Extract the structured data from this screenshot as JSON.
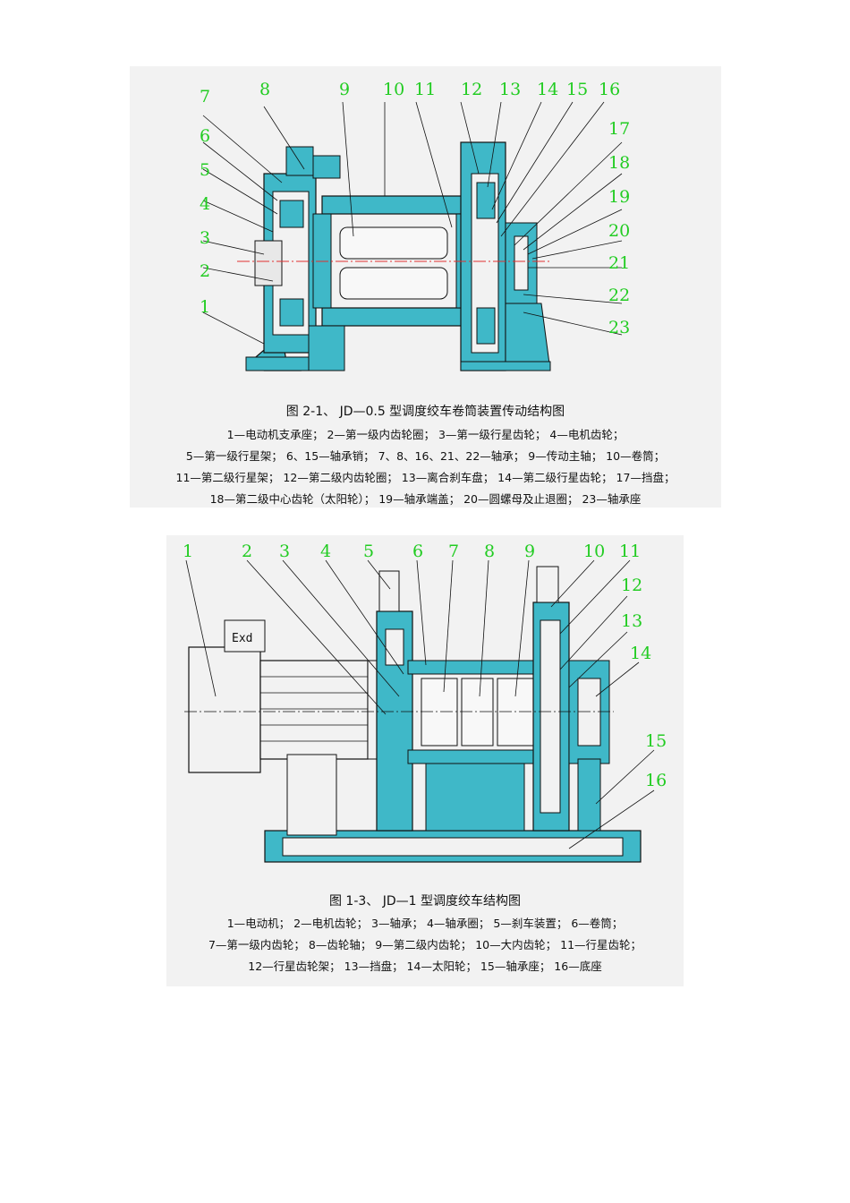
{
  "figure1": {
    "caption": "图 2-1、 JD—0.5 型调度绞车卷筒装置传动结构图",
    "legend_lines": [
      "1—电动机支承座； 2—第一级内齿轮圈； 3—第一级行星齿轮； 4—电机齿轮；",
      "5—第一级行星架； 6、15—轴承销； 7、8、16、21、22—轴承； 9—传动主轴； 10—卷筒；",
      "11—第二级行星架； 12—第二级内齿轮圈； 13—离合刹车盘； 14—第二级行星齿轮； 17—挡盘；",
      "18—第二级中心齿轮（太阳轮）； 19—轴承端盖； 20—圆螺母及止退圈； 23—轴承座"
    ],
    "callouts_top": [
      "8",
      "9",
      "10",
      "11",
      "12",
      "13",
      "14",
      "15",
      "16"
    ],
    "callouts_left": [
      "7",
      "6",
      "5",
      "4",
      "3",
      "2",
      "1"
    ],
    "callouts_right": [
      "17",
      "18",
      "19",
      "20",
      "21",
      "22",
      "23"
    ]
  },
  "figure2": {
    "caption": "图 1-3、 JD—1 型调度绞车结构图",
    "legend_lines": [
      "1—电动机； 2—电机齿轮； 3—轴承； 4—轴承圈； 5—刹车装置； 6—卷筒；",
      "7—第一级内齿轮； 8—齿轮轴； 9—第二级内齿轮； 10—大内齿轮； 11—行星齿轮；",
      "12—行星齿轮架； 13—挡盘； 14—太阳轮； 15—轴承座； 16—底座"
    ],
    "callouts_top": [
      "1",
      "2",
      "3",
      "4",
      "5",
      "6",
      "7",
      "8",
      "9",
      "10",
      "11"
    ],
    "callouts_right": [
      "12",
      "13",
      "14",
      "15",
      "16"
    ],
    "motor_plate": "Exd"
  },
  "colors": {
    "panel": "#f2f2f2",
    "part_fill": "#3fb8c8",
    "outline": "#111111",
    "callout": "#22cc22",
    "axis": "#e03030"
  }
}
